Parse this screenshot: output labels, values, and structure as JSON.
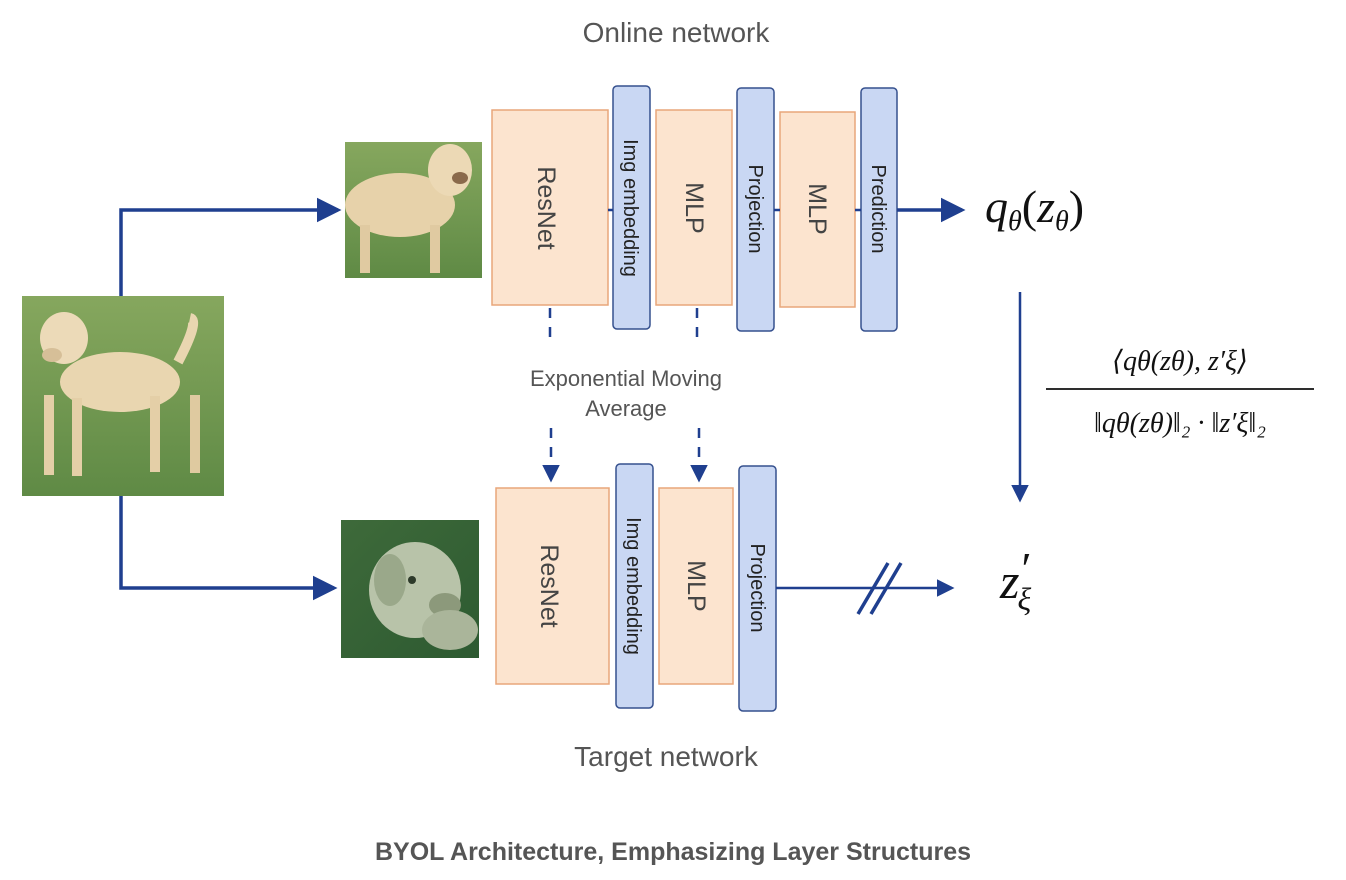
{
  "online_network_label": "Online network",
  "target_network_label": "Target network",
  "ema_label_line1": "Exponential Moving",
  "ema_label_line2": "Average",
  "blocks": {
    "resnet": "ResNet",
    "img_embedding": "Img embedding",
    "mlp": "MLP",
    "projection": "Projection",
    "prediction": "Prediction"
  },
  "outputs": {
    "online_q": "q",
    "online_theta": "θ",
    "online_z": "z",
    "target_z": "z",
    "target_prime": "′",
    "target_xi": "ξ"
  },
  "similarity": {
    "numerator": "⟨qθ(zθ), z′ξ⟩",
    "denominator": "‖qθ(zθ)‖₂ · ‖z′ξ‖₂"
  },
  "caption": "BYOL Architecture, Emphasizing Layer Structures",
  "colors": {
    "arrow": "#1f3f8f",
    "orange_fill": "#fce4cf",
    "orange_stroke": "#e8a67a",
    "blue_fill": "#c9d7f3",
    "blue_stroke": "#35508e"
  }
}
